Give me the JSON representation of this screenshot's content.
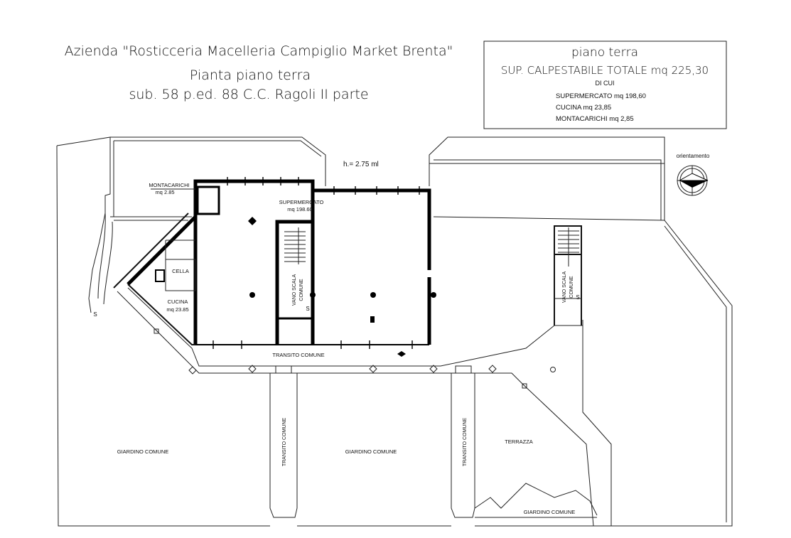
{
  "header": {
    "company": "Azienda \"Rosticceria Macelleria Campiglio Market Brenta\"",
    "plan_title": "Pianta piano terra",
    "cadastral_ref": "sub. 58 p.ed. 88 C.C. Ragoli II parte"
  },
  "summary_box": {
    "floor": "piano terra",
    "total_area": "SUP. CALPESTABILE TOTALE mq 225,30",
    "of_which": "DI CUI",
    "items": [
      "SUPERMERCATO mq 198,60",
      "CUCINA mq 23,85",
      "MONTACARICHI mq 2,85"
    ]
  },
  "plan": {
    "height_note": "h.= 2.75 ml",
    "orientation_label": "orientamento",
    "rooms": {
      "montacarichi_name": "MONTACARICHI",
      "montacarichi_area": "mq 2.85",
      "supermercato_name": "SUPERMERCATO",
      "supermercato_area": "mq 198.60",
      "cella": "CELLA",
      "cucina_name": "CUCINA",
      "cucina_area": "mq 23.85",
      "vano_scala_1_a": "VANO SCALA",
      "vano_scala_1_b": "COMUNE",
      "vano_scala_2_a": "VANO SCALA",
      "vano_scala_2_b": "COMUNE",
      "transito_comune": "TRANSITO COMUNE",
      "transito_comune_1": "TRANSITO COMUNE",
      "transito_comune_2": "TRANSITO COMUNE",
      "giardino_comune_1": "GIARDINO COMUNE",
      "giardino_comune_2": "GIARDINO COMUNE",
      "giardino_comune_3": "GIARDINO COMUNE",
      "terrazza": "TERRAZZA"
    },
    "stair_marks": [
      "S",
      "S",
      "S"
    ]
  },
  "colors": {
    "line": "#000000",
    "background": "#ffffff"
  }
}
